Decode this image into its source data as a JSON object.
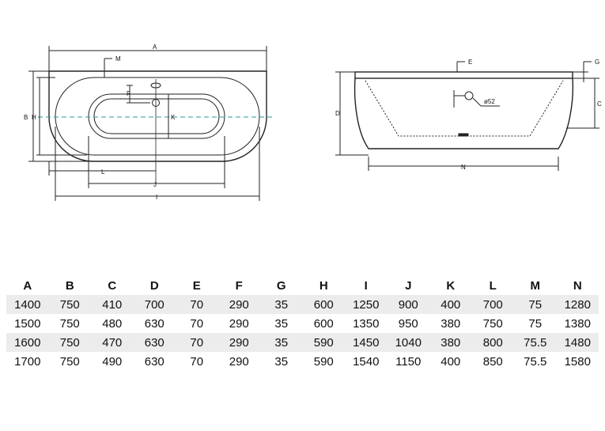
{
  "plan_view": {
    "labels": {
      "A": "A",
      "B": "B",
      "H": "H",
      "M": "M",
      "F": "F",
      "K": "K",
      "L": "L",
      "J": "J",
      "I": "I"
    }
  },
  "side_view": {
    "labels": {
      "E": "E",
      "G": "G",
      "C": "C",
      "D": "D",
      "N": "N"
    },
    "drain_label": "ø52"
  },
  "table": {
    "headers": [
      "A",
      "B",
      "C",
      "D",
      "E",
      "F",
      "G",
      "H",
      "I",
      "J",
      "K",
      "L",
      "M",
      "N"
    ],
    "rows": [
      [
        "1400",
        "750",
        "410",
        "700",
        "70",
        "290",
        "35",
        "600",
        "1250",
        "900",
        "400",
        "700",
        "75",
        "1280"
      ],
      [
        "1500",
        "750",
        "480",
        "630",
        "70",
        "290",
        "35",
        "600",
        "1350",
        "950",
        "380",
        "750",
        "75",
        "1380"
      ],
      [
        "1600",
        "750",
        "470",
        "630",
        "70",
        "290",
        "35",
        "590",
        "1450",
        "1040",
        "380",
        "800",
        "75.5",
        "1480"
      ],
      [
        "1700",
        "750",
        "490",
        "630",
        "70",
        "290",
        "35",
        "590",
        "1540",
        "1150",
        "400",
        "850",
        "75.5",
        "1580"
      ]
    ]
  }
}
